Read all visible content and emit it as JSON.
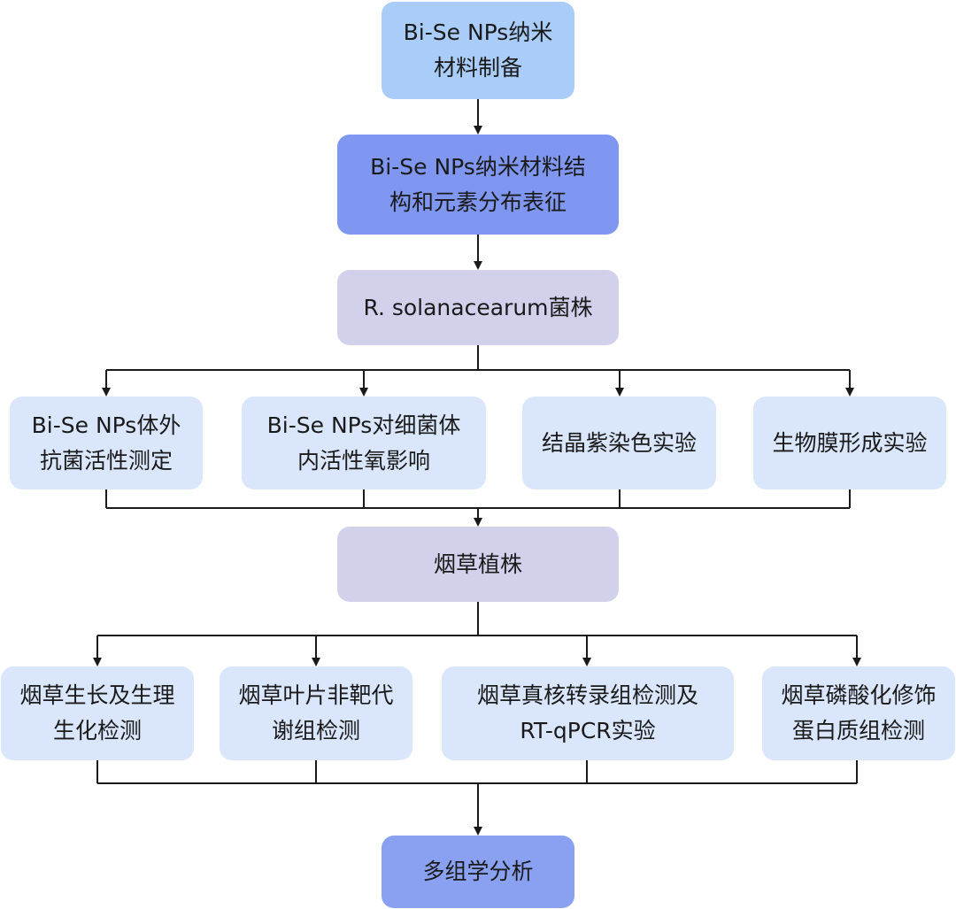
{
  "colors": {
    "line": "#1a1a1a",
    "top_box": "#a9ccf8",
    "characterization_box": "#7f97f0",
    "grey_box": "#d1d1ec",
    "light_box": "#d9e6fb",
    "final_box": "#8aa1f2"
  },
  "nodes": {
    "preparation": "Bi-Se NPs纳米\n材料制备",
    "characterization": "Bi-Se NPs纳米材料结\n构和元素分布表征",
    "strain": "R. solanacearum菌株",
    "antibacterial": "Bi-Se NPs体外\n抗菌活性测定",
    "ros": "Bi-Se NPs对细菌体\n内活性氧影响",
    "crystal_violet": "结晶紫染色实验",
    "biofilm": "生物膜形成实验",
    "tobacco_plant": "烟草植株",
    "growth": "烟草生长及生理\n生化检测",
    "metabolome": "烟草叶片非靶代\n谢组检测",
    "transcriptome": "烟草真核转录组检测及\nRT-qPCR实验",
    "phosphoproteome": "烟草磷酸化修饰\n蛋白质组检测",
    "multiomics": "多组学分析"
  }
}
